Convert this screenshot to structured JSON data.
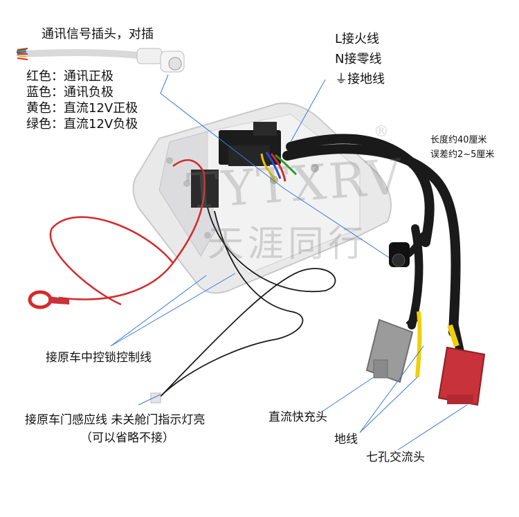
{
  "labels": {
    "comm_plug": "通讯信号插头，对插",
    "wire_colors": [
      "红色：通讯正极",
      "蓝色：通讯负极",
      "黄色：直流12V正极",
      "绿色：直流12V负极"
    ],
    "terminals": [
      "L接火线",
      "N接零线",
      "接地线"
    ],
    "ground_symbol": "⏚",
    "length_note": [
      "长度约40厘米",
      "误差约2~5厘米"
    ],
    "central_lock": "接原车中控锁控制线",
    "door_sensor": "接原车门感应线 未关舱门指示灯亮",
    "door_sensor_note": "（可以省略不接）",
    "dc_connector": "直流快充头",
    "ground_wire": "地线",
    "ac_connector": "七孔交流头"
  },
  "watermark": {
    "latin": "TYTXRV",
    "chinese": "天涯同行",
    "registered": "®"
  },
  "colors": {
    "wire_red": "#d42a2a",
    "wire_black": "#1a1a1a",
    "wire_yellow": "#f0d000",
    "pointer_blue": "#3a78d8",
    "dc_plug_grey": "#9b9b9b",
    "ac_plug_red": "#c8323a",
    "housing": "#e9e9ea"
  }
}
